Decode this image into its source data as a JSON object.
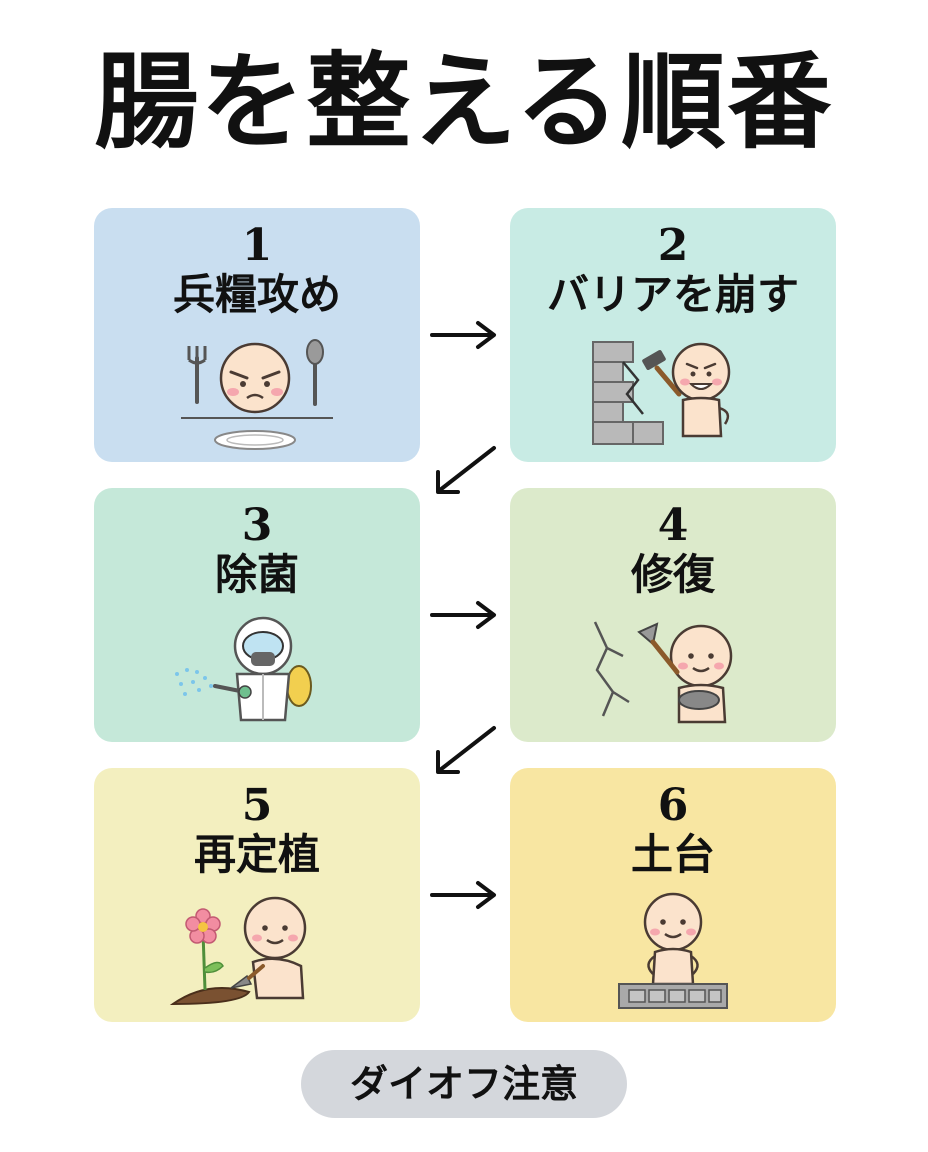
{
  "title": "腸を整える順番",
  "steps": [
    {
      "number": "1",
      "label": "兵糧攻め",
      "color": "#c9def0"
    },
    {
      "number": "2",
      "label": "バリアを崩す",
      "color": "#c8ebe4"
    },
    {
      "number": "3",
      "label": "除菌",
      "color": "#c5e8d9"
    },
    {
      "number": "4",
      "label": "修復",
      "color": "#dceacb"
    },
    {
      "number": "5",
      "label": "再定植",
      "color": "#f3efbf"
    },
    {
      "number": "6",
      "label": "土台",
      "color": "#f8e6a2"
    }
  ],
  "badge": {
    "label": "ダイオフ注意",
    "color": "#d4d7dc"
  }
}
